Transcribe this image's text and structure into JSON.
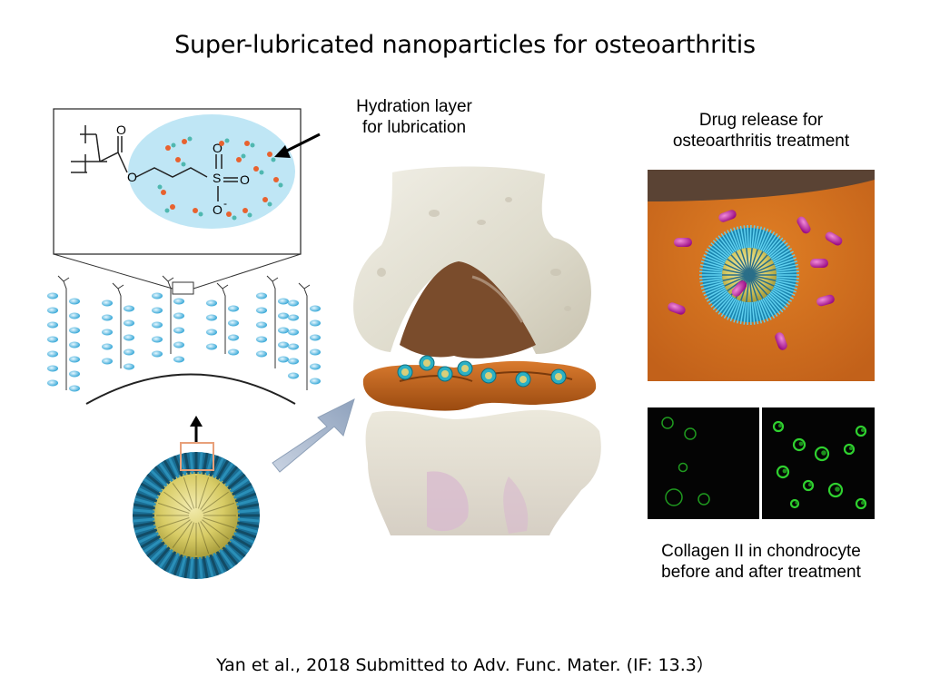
{
  "slide": {
    "title": "Super-lubricated nanoparticles for osteoarthritis",
    "citation": "Yan et al.,  2018 Submitted to Adv. Func. Mater. (IF: 13.3）"
  },
  "labels": {
    "hydration_line1": "Hydration layer",
    "hydration_line2": "for lubrication",
    "drug_line1": "Drug release for",
    "drug_line2": "osteoarthritis treatment",
    "collagen_line1": "Collagen II in chondrocyte",
    "collagen_line2": "before and after treatment"
  },
  "chemical_structure": {
    "atom_carbonyl_o": "O",
    "atom_ester_o": "O",
    "atom_sulfur": "S",
    "atom_sulfonyl_o_top": "O",
    "atom_sulfonyl_o_right": "O",
    "atom_anion_o": "O",
    "charge": "-"
  },
  "colors": {
    "hydration_bubble": "#bfe6f5",
    "water_oxygen": "#e8622f",
    "water_hydrogen": "#4fb8b0",
    "nanoparticle_core": "#d9cf6a",
    "brush_chains": "#2a8fb8",
    "cartilage": "#c4621a",
    "bone": "#e6e3d6",
    "drug_capsule": "#b5189a",
    "arrow_fill": "#a9b8cf",
    "fluorescence": "#2fd12f"
  }
}
